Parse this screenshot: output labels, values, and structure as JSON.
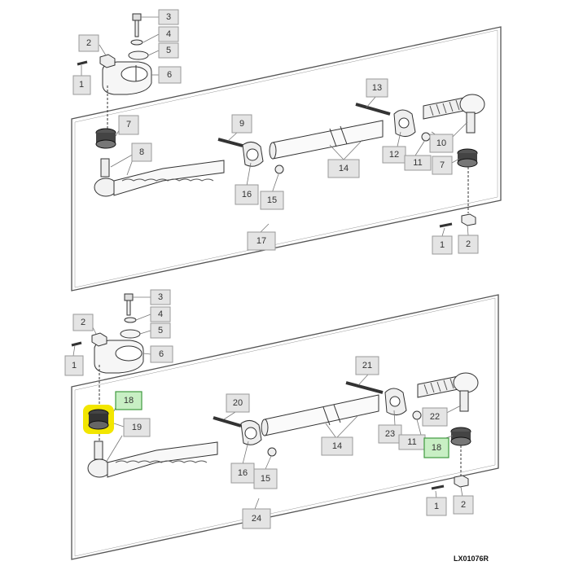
{
  "diagram": {
    "code": "LX01076R",
    "highlight_color": "#f2e600",
    "callout_fill": "#e4e4e4",
    "callout_fill_green": "#c8efc4",
    "callout_border_green": "#3f9a3f",
    "top_panel": {
      "callouts": [
        "3",
        "4",
        "5",
        "2",
        "6",
        "1",
        "7",
        "8",
        "9",
        "13",
        "12",
        "11",
        "10",
        "7",
        "14",
        "16",
        "15",
        "17",
        "1",
        "2"
      ]
    },
    "bottom_panel": {
      "callouts": [
        "3",
        "4",
        "2",
        "5",
        "1",
        "6",
        "18",
        "19",
        "20",
        "21",
        "23",
        "22",
        "11",
        "18",
        "14",
        "16",
        "15",
        "24",
        "1",
        "2"
      ]
    }
  }
}
